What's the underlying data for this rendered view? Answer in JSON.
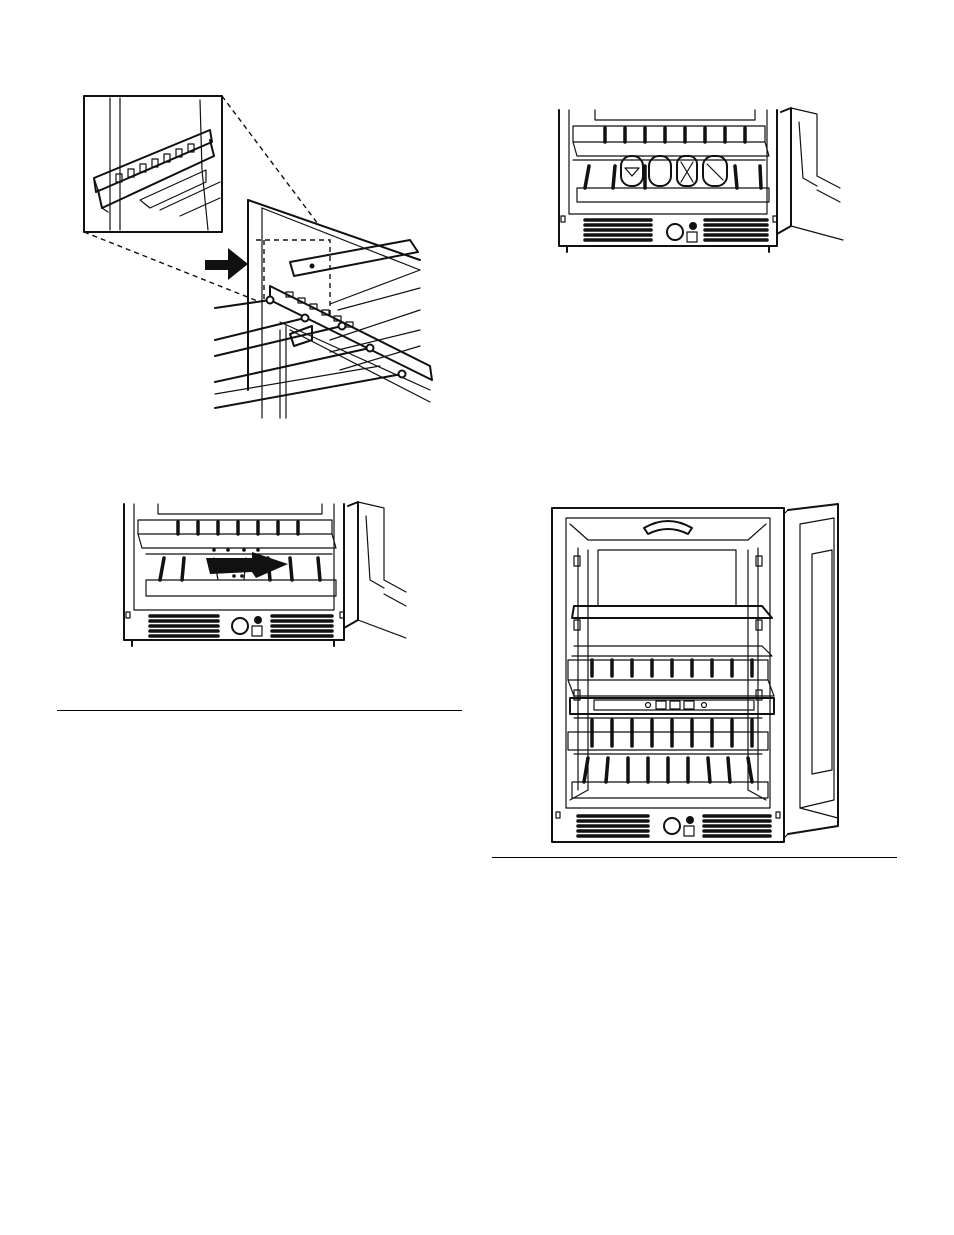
{
  "page": {
    "background": "#ffffff",
    "line_color": "#111111"
  },
  "figures": [
    {
      "id": "rail-installation",
      "icons": [
        "detail-magnifier-icon",
        "push-arrow-icon"
      ]
    },
    {
      "id": "bottle-shelf-loaded",
      "icons": [
        "wine-bottle-icon"
      ]
    },
    {
      "id": "shelf-pull-out",
      "icons": [
        "pull-arrow-icon"
      ]
    },
    {
      "id": "full-interior-view",
      "icons": [
        "control-panel-icon",
        "door-icon"
      ]
    }
  ]
}
